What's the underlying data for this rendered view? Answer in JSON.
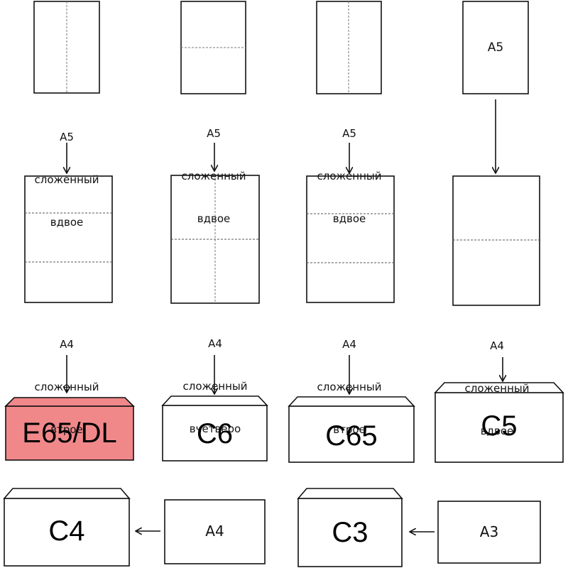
{
  "colors": {
    "highlight": "#f0888a",
    "stroke": "#111111",
    "fold": "#777777"
  },
  "columns": [
    {
      "source_label": [
        "A5",
        "сложенный",
        "вдвое"
      ],
      "sheet_label": [
        "A4",
        "сложенный",
        "втрое"
      ],
      "envelope": "E65/DL"
    },
    {
      "source_label": [
        "A5",
        "сложенный",
        "вдвое"
      ],
      "sheet_label": [
        "A4",
        "сложенный",
        "вчетверо"
      ],
      "envelope": "C6"
    },
    {
      "source_label": [
        "A5",
        "сложенный",
        "вдвое"
      ],
      "sheet_label": [
        "A4",
        "сложенный",
        "втрое"
      ],
      "envelope": "C65"
    },
    {
      "source_text": "A5",
      "sheet_label": [
        "A4",
        "сложенный",
        "вдвое"
      ],
      "envelope": "C5"
    }
  ],
  "bottom": [
    {
      "envelope": "C4",
      "sheet": "A4"
    },
    {
      "envelope": "C3",
      "sheet": "A3"
    }
  ]
}
